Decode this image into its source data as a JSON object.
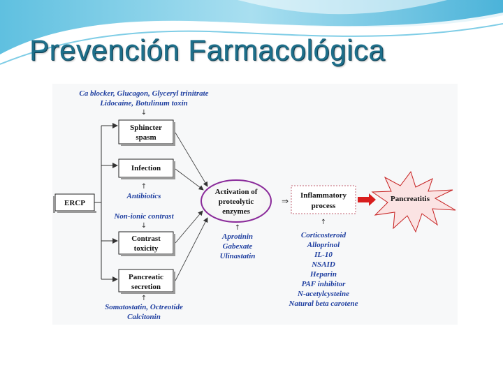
{
  "title": "Prevención Farmacológica",
  "diagram": {
    "ercp": "ERCP",
    "top_agents": [
      "Ca blocker, Glucagon, Glyceryl trinitrate",
      "Lidocaine, Botulinum toxin"
    ],
    "sphincter": [
      "Sphincter",
      "spasm"
    ],
    "infection": "Infection",
    "antibiotics": "Antibiotics",
    "non_ionic": "Non-ionic contrast",
    "contrast": [
      "Contrast",
      "toxicity"
    ],
    "pancreatic_secretion": [
      "Pancreatic",
      "secretion"
    ],
    "bottom_agents": [
      "Somatostatin, Octreotide",
      "Calcitonin"
    ],
    "activation": [
      "Activation of",
      "proteolytic",
      "enzymes"
    ],
    "protease_inhibitors": [
      "Aprotinin",
      "Gabexate",
      "Ulinastatin"
    ],
    "inflammatory": [
      "Inflammatory",
      "process"
    ],
    "anti_inflammatory": [
      "Corticosteroid",
      "Alloprinol",
      "IL-10",
      "NSAID",
      "Heparin",
      "PAF inhibitor",
      "N-acetylcysteine",
      "Natural beta carotene"
    ],
    "pancreatitis": "Pancreatitis"
  }
}
